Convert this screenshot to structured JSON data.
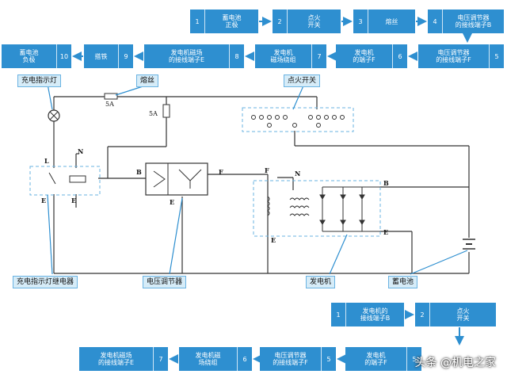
{
  "top_flow": [
    {
      "num": "1",
      "text": "蓄电池\n正极"
    },
    {
      "num": "2",
      "text": "点火\n开关"
    },
    {
      "num": "3",
      "text": "熔丝"
    },
    {
      "num": "4",
      "text": "电压调节器\n的接线端子B"
    },
    {
      "num": "5",
      "text": "电压调节器\n的接线端子F"
    },
    {
      "num": "6",
      "text": "发电机\n的端子F"
    },
    {
      "num": "7",
      "text": "发电机\n磁场绕组"
    },
    {
      "num": "8",
      "text": "发电机磁场\n的接线端子E"
    },
    {
      "num": "9",
      "text": "搭铁"
    },
    {
      "num": "10",
      "text": "蓄电池\n负极"
    }
  ],
  "bottom_flow": [
    {
      "num": "1",
      "text": "发电机的\n接线端子B"
    },
    {
      "num": "2",
      "text": "点火\n开关"
    },
    {
      "num": "5",
      "text": "发电机\n的端子F"
    },
    {
      "num": "5",
      "text": "电压调节器\n的接线端子F"
    },
    {
      "num": "6",
      "text": "发电机磁\n场绕组"
    },
    {
      "num": "7",
      "text": "发电机磁场\n的接线端子E"
    }
  ],
  "callouts": {
    "charge_lamp": "充电指示灯",
    "fuse": "熔丝",
    "ignition_switch": "点火开关",
    "relay": "充电指示灯继电器",
    "regulator": "电压调节器",
    "generator": "发电机",
    "battery": "蓄电池"
  },
  "terminals": {
    "fuse_5a_top": "5A",
    "fuse_5a_right": "5A",
    "N_left": "N",
    "L": "L",
    "E_relay_left": "E",
    "E_relay_right": "E",
    "B_reg": "B",
    "F_reg": "F",
    "E_reg": "E",
    "F_gen": "F",
    "N_gen": "N",
    "B_gen": "B",
    "E_gen_mid": "E",
    "E_gen_right": "E"
  },
  "watermark": "头条 @机电之家",
  "colors": {
    "box": "#2e8fd0",
    "label_bg": "#d6ecf8",
    "dash": "#6ab3e2",
    "wire": "#333333"
  }
}
